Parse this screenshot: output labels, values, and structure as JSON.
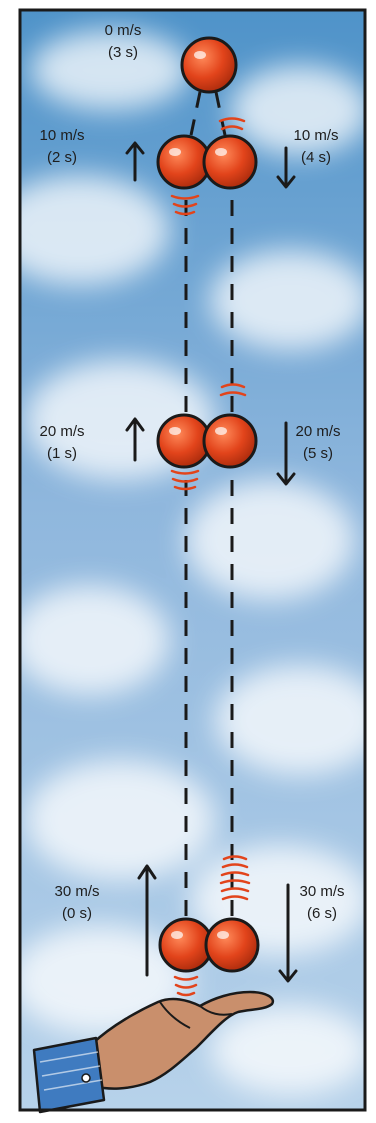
{
  "colors": {
    "sky_top": "#4f93c9",
    "sky_bottom": "#a9c8e4",
    "ball": "#e2441b",
    "ball_outline": "#1a1a1a",
    "motion_lines": "#e2441b",
    "path": "#1a1a1a",
    "hand": "#c98f6c",
    "sleeve": "#3f7bc0",
    "frame": "#1a1a1a"
  },
  "icons": {
    "up": "up-arrow-icon",
    "down": "down-arrow-icon"
  },
  "labels": {
    "top": {
      "speed": "0 m/s",
      "time": "(3 s)"
    },
    "up": [
      {
        "speed": "10 m/s",
        "time": "(2 s)"
      },
      {
        "speed": "20 m/s",
        "time": "(1 s)"
      },
      {
        "speed": "30 m/s",
        "time": "(0 s)"
      }
    ],
    "down": [
      {
        "speed": "10 m/s",
        "time": "(4 s)"
      },
      {
        "speed": "20 m/s",
        "time": "(5 s)"
      },
      {
        "speed": "30 m/s",
        "time": "(6 s)"
      }
    ]
  }
}
